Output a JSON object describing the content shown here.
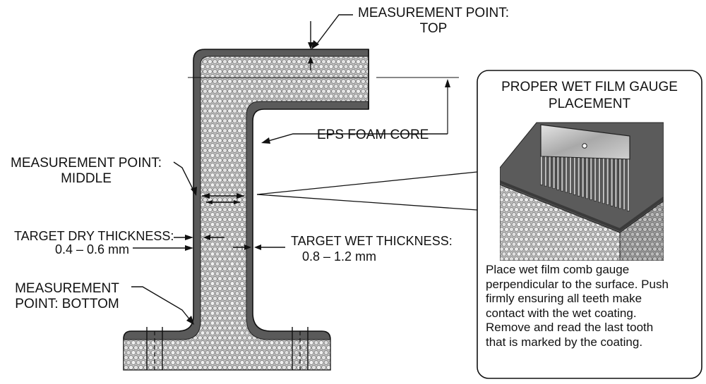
{
  "labels": {
    "top_line1": "MEASUREMENT POINT:",
    "top_line2": "TOP",
    "core": "EPS FOAM CORE",
    "middle_line1": "MEASUREMENT POINT:",
    "middle_line2": "MIDDLE",
    "dry_label": "TARGET DRY THICKNESS:",
    "dry_value": "0.4 – 0.6 mm",
    "wet_label": "TARGET WET THICKNESS:",
    "wet_value": "0.8 – 1.2 mm",
    "bottom_line1": "MEASUREMENT",
    "bottom_line2": "POINT: BOTTOM"
  },
  "callout": {
    "title_line1": "PROPER WET FILM GAUGE",
    "title_line2": "PLACEMENT",
    "instructions": "Place wet film comb gauge\nperpendicular to the surface.  Push\nfirmly ensuring all teeth make\ncontact with the wet coating.\nRemove and read the last tooth\nthat is marked by the coating."
  },
  "colors": {
    "coating": "#5a5a5a",
    "foam": "#c8c8c8",
    "outline": "#111111",
    "gauge": "#b9b9b9"
  }
}
